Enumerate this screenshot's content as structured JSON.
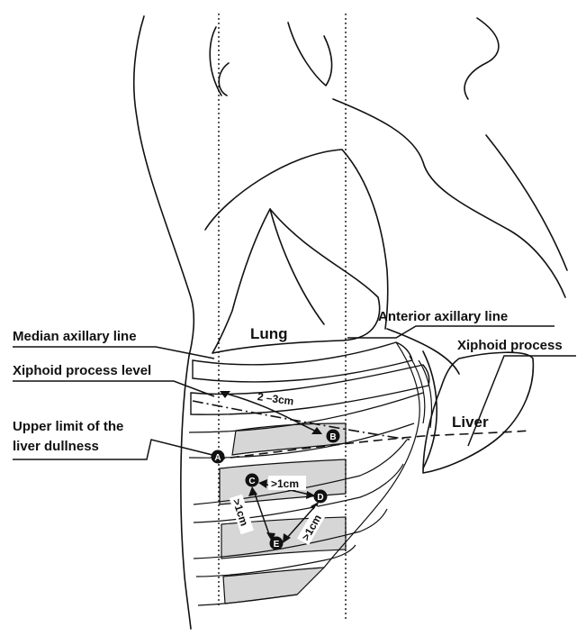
{
  "labels": {
    "median_axillary_line": "Median axillary line",
    "xiphoid_process_level": "Xiphoid process level",
    "upper_limit_line1": "Upper limit of the",
    "upper_limit_line2": "liver dullness",
    "anterior_axillary_line": "Anterior axillary line",
    "xiphoid_process": "Xiphoid process",
    "lung": "Lung",
    "liver": "Liver"
  },
  "measurements": {
    "a_to_b": "2 –3cm",
    "c_to_d": ">1cm",
    "c_to_e": ">1cm",
    "e_to_d": ">1cm"
  },
  "points": {
    "a": "A",
    "b": "B",
    "c": "C",
    "d": "D",
    "e": "E"
  },
  "colors": {
    "ink": "#111111",
    "shaded_region": "#d6d6d6",
    "background": "#ffffff"
  }
}
